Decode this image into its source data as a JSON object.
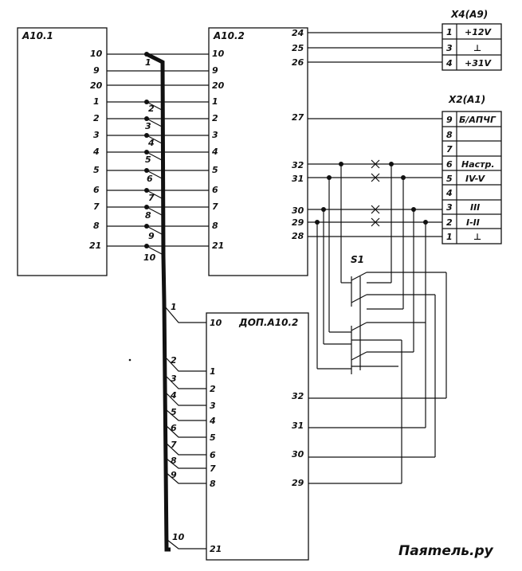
{
  "blocks": {
    "a101": {
      "title": "A10.1",
      "pins": [
        "10",
        "9",
        "20",
        "1",
        "2",
        "3",
        "4",
        "5",
        "6",
        "7",
        "8",
        "21"
      ]
    },
    "a102": {
      "title": "A10.2",
      "left_pins": [
        "10",
        "9",
        "20",
        "1",
        "2",
        "3",
        "4",
        "5",
        "6",
        "7",
        "8",
        "21"
      ],
      "right_pins": [
        "24",
        "25",
        "26",
        "27",
        "32",
        "31",
        "30",
        "29",
        "28"
      ]
    },
    "dop": {
      "title": "ДОП.А10.2",
      "left_pins": [
        "10",
        "1",
        "2",
        "3",
        "4",
        "5",
        "6",
        "7",
        "8",
        "21"
      ],
      "right_pins": [
        "32",
        "31",
        "30",
        "29"
      ]
    }
  },
  "bus_upper_labels": [
    "1",
    "2",
    "3",
    "4",
    "5",
    "6",
    "7",
    "8",
    "9",
    "10"
  ],
  "bus_lower_labels": [
    "1",
    "2",
    "3",
    "4",
    "5",
    "6",
    "7",
    "8",
    "9",
    "10"
  ],
  "x4": {
    "title": "X4(A9)",
    "rows": [
      {
        "pin": "1",
        "label": "+12V"
      },
      {
        "pin": "3",
        "label": "⊥"
      },
      {
        "pin": "4",
        "label": "+31V"
      }
    ]
  },
  "x2": {
    "title": "X2(A1)",
    "rows": [
      {
        "pin": "9",
        "label": "Б/АПЧГ"
      },
      {
        "pin": "8",
        "label": ""
      },
      {
        "pin": "7",
        "label": ""
      },
      {
        "pin": "6",
        "label": "Настр."
      },
      {
        "pin": "5",
        "label": "IV-V"
      },
      {
        "pin": "4",
        "label": ""
      },
      {
        "pin": "3",
        "label": "III"
      },
      {
        "pin": "2",
        "label": "I-II"
      },
      {
        "pin": "1",
        "label": "⊥"
      }
    ]
  },
  "switch_label": "S1",
  "watermark": "Паяmель.ру"
}
